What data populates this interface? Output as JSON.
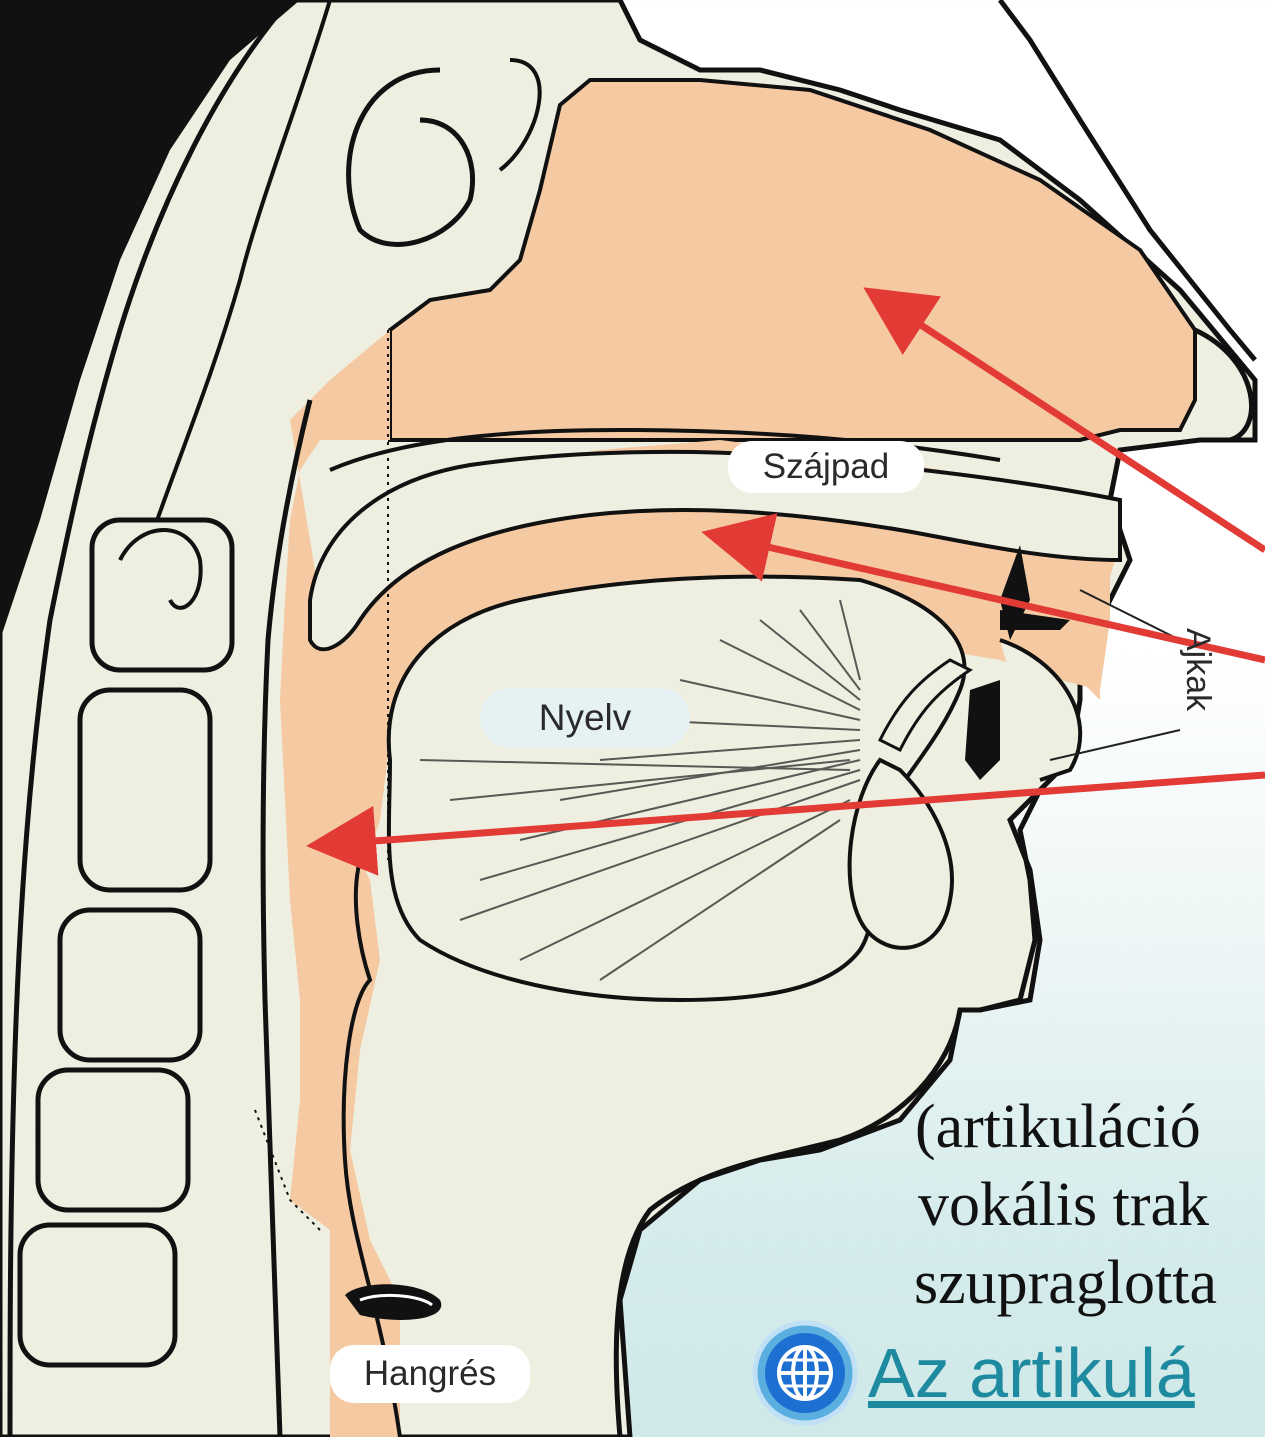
{
  "diagram": {
    "labels": {
      "szajpad": "Szájpad",
      "nyelv": "Nyelv",
      "ajkak": "Ajkak",
      "hangres": "Hangrés"
    }
  },
  "caption": {
    "line1": "(artikuláció",
    "line2": "vokális trak",
    "line3": "szupraglotta"
  },
  "link": {
    "text": "Az artikulá",
    "icon": "globe-icon"
  },
  "colors": {
    "vocal_tract": "#f5c9a1",
    "tissue": "#eeeee1",
    "arrow": "#e23a35",
    "link": "#1e8aa0"
  }
}
